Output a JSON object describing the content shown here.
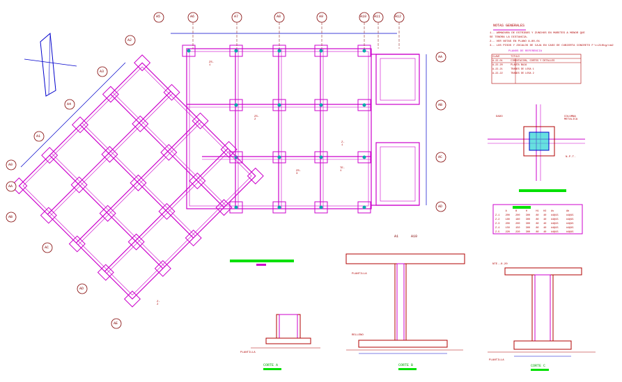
{
  "sheet": {
    "general_notes_title": "NOTAS GENERALES",
    "notes": [
      "1.- ARMADURA DE ESTRIBOS Y ZUNCHOS EN MURETES A MENOR QUE",
      "    SE TENDRA LA DISTANCIA.",
      "2.- VER NOTAS EN PLANO A-80-01",
      "3.- LOS PISOS Y ZOCALOS DE CAJA EN CASO DE CUBIERTA CONCRETO F'c=210kg/cm2"
    ],
    "reference_table": {
      "title": "PLANOS DE REFERENCIA",
      "headers": [
        "CLAVE",
        "TITULO"
      ],
      "rows": [
        [
          "A-22-01",
          "CIMENTACION, CORTES Y DETALLES"
        ],
        [
          "A-22-20",
          "PLANTA BAJA"
        ],
        [
          "A-22-21",
          "TRABES DE LOSA 1"
        ],
        [
          "A-22-22",
          "TRABES DE LOSA 2"
        ]
      ]
    },
    "columns_table": {
      "headers": [
        "",
        "A",
        "B",
        "H",
        "H1",
        "H2",
        "As",
        "Ab"
      ],
      "rows": [
        [
          "Z-1",
          "200",
          "200",
          "300",
          "80",
          "40",
          "#4@15",
          "#4@15"
        ],
        [
          "Z-2",
          "180",
          "180",
          "300",
          "80",
          "40",
          "#4@15",
          "#4@15"
        ],
        [
          "Z-3",
          "200",
          "200",
          "300",
          "80",
          "40",
          "#4@15",
          "#4@15"
        ],
        [
          "Z-4",
          "150",
          "150",
          "300",
          "80",
          "40",
          "#4@15",
          "#4@15"
        ],
        [
          "Z-5",
          "220",
          "220",
          "300",
          "80",
          "40",
          "#4@15",
          "#4@15"
        ]
      ]
    },
    "grid_top": [
      "A5",
      "A6",
      "A7",
      "A8",
      "A9",
      "A10",
      "A11",
      "A12"
    ],
    "grid_right": [
      "AA",
      "AB",
      "AC",
      "AD"
    ],
    "grid_diag": [
      "A2",
      "A3",
      "A4",
      "A1",
      "A0",
      "AA",
      "AB",
      "AC",
      "AD",
      "AE"
    ],
    "beam_labels": [
      "ZS-1",
      "ZS-2",
      "ZS-3",
      "TE-1",
      "Z-1",
      "Z-2"
    ],
    "section_a_label": "CORTE A",
    "section_b_label": "CORTE B",
    "section_c_label": "CORTE C",
    "section_b_axes": [
      "A1",
      "A10"
    ],
    "detail_labels": {
      "plantilla": "PLANTILLA",
      "relleno": "RELLENO",
      "dado": "DADO",
      "columna": "COLUMNA METALICA",
      "npt": "N.P.T.",
      "nte": "NTE.-0.20"
    },
    "colors": {
      "magenta": "#cc00cc",
      "red": "#b00000",
      "blue": "#0000cc",
      "cyan": "#00aaaa",
      "green": "#00e000",
      "title_underline": "#cc00cc"
    }
  }
}
